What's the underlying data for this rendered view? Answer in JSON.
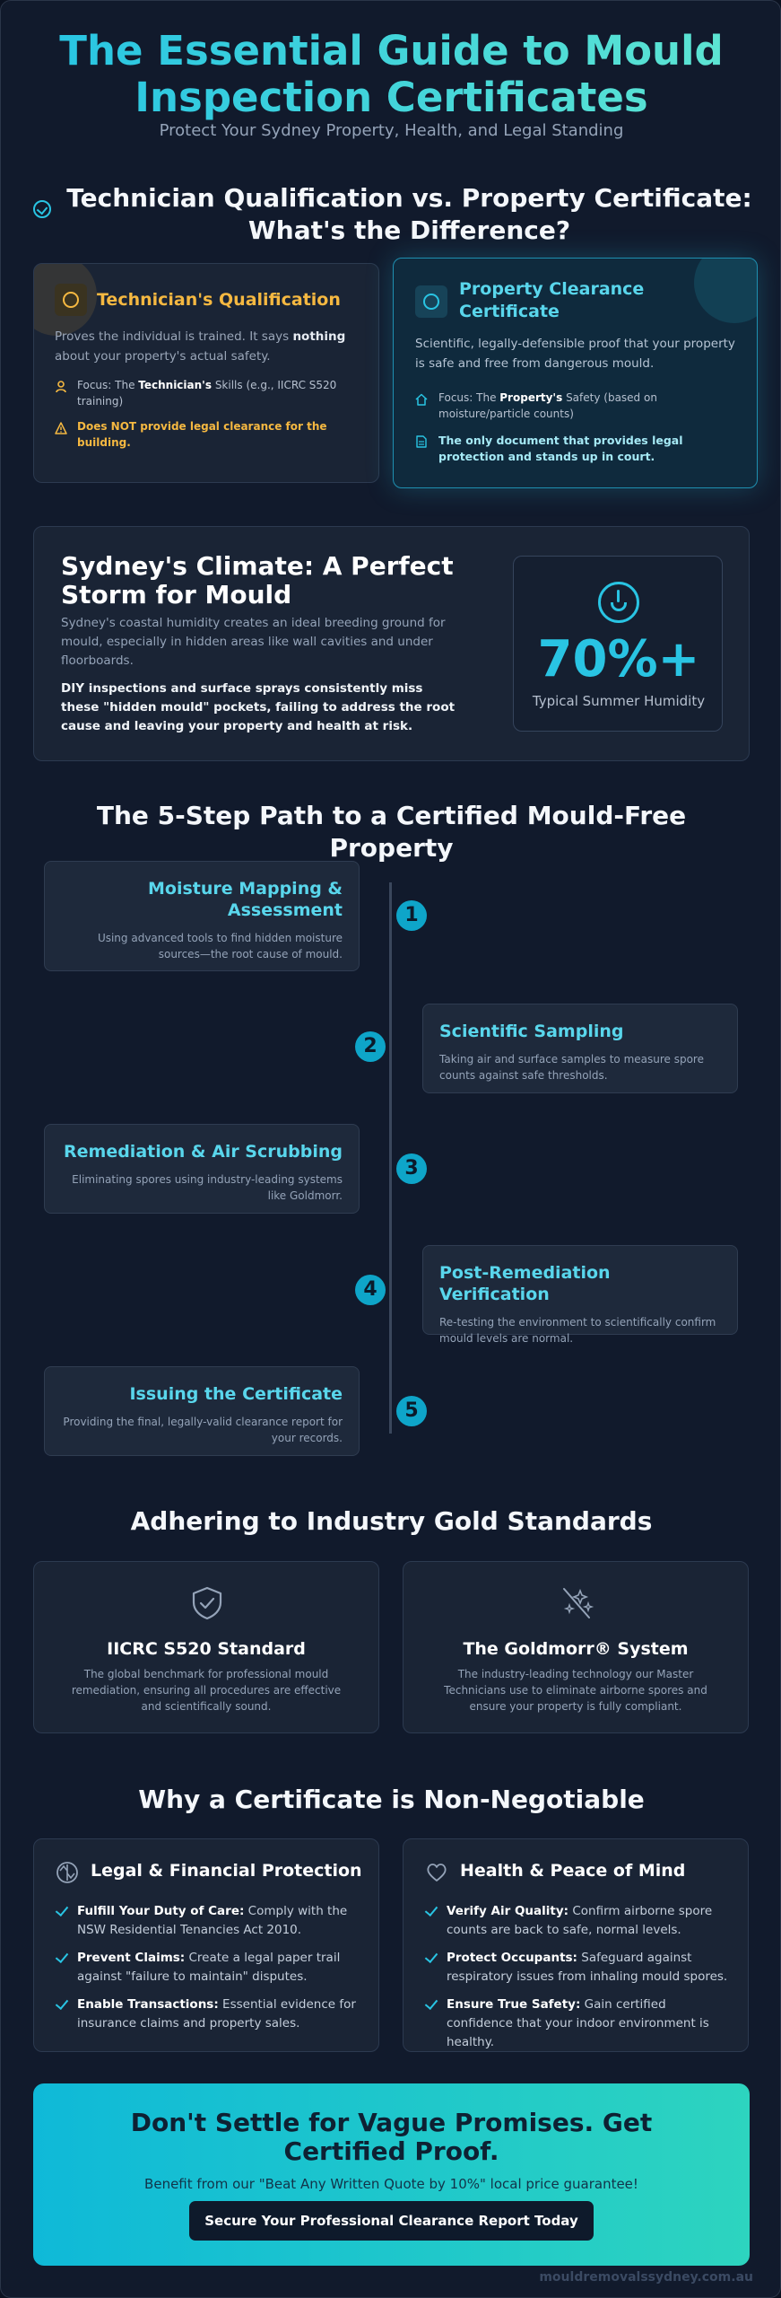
{
  "hero": {
    "title": "The Essential Guide to Mould Inspection Certificates",
    "subtitle": "Protect Your Sydney Property, Health, and Legal Standing"
  },
  "comparison": {
    "title": "Technician Qualification vs. Property Certificate: What's the Difference?",
    "technician": {
      "title": "Technician's Qualification",
      "desc_pre": "Proves the individual is trained. It says ",
      "desc_bold": "nothing",
      "desc_post": " about your property's actual safety.",
      "focus_pre": "Focus: The ",
      "focus_bold": "Technician's",
      "focus_post": " Skills (e.g., IICRC S520 training)",
      "warning": "Does NOT provide legal clearance for the building."
    },
    "property": {
      "title": "Property Clearance Certificate",
      "desc": "Scientific, legally-defensible proof that your property is safe and free from dangerous mould.",
      "focus_pre": "Focus: The ",
      "focus_bold": "Property's",
      "focus_post": " Safety (based on moisture/particle counts)",
      "highlight": "The only document that provides legal protection and stands up in court."
    }
  },
  "climate": {
    "title": "Sydney's Climate: A Perfect Storm for Mould",
    "desc": "Sydney's coastal humidity creates an ideal breeding ground for mould, especially in hidden areas like wall cavities and under floorboards.",
    "bold": "DIY inspections and surface sprays consistently miss these \"hidden mould\" pockets, failing to address the root cause and leaving your property and health at risk.",
    "stat_value": "70%+",
    "stat_label": "Typical Summer Humidity"
  },
  "steps": {
    "title": "The 5-Step Path to a Certified Mould-Free Property",
    "items": [
      {
        "num": "1",
        "title": "Moisture Mapping & Assessment",
        "desc": "Using advanced tools to find hidden moisture sources—the root cause of mould."
      },
      {
        "num": "2",
        "title": "Scientific Sampling",
        "desc": "Taking air and surface samples to measure spore counts against safe thresholds."
      },
      {
        "num": "3",
        "title": "Remediation & Air Scrubbing",
        "desc": "Eliminating spores using industry-leading systems like Goldmorr."
      },
      {
        "num": "4",
        "title": "Post-Remediation Verification",
        "desc": "Re-testing the environment to scientifically confirm mould levels are normal."
      },
      {
        "num": "5",
        "title": "Issuing the Certificate",
        "desc": "Providing the final, legally-valid clearance report for your records."
      }
    ]
  },
  "standards": {
    "title": "Adhering to Industry Gold Standards",
    "items": [
      {
        "title": "IICRC S520 Standard",
        "desc": "The global benchmark for professional mould remediation, ensuring all procedures are effective and scientifically sound."
      },
      {
        "title": "The Goldmorr® System",
        "desc": "The industry-leading technology our Master Technicians use to eliminate airborne spores and ensure your property is fully compliant."
      }
    ]
  },
  "why": {
    "title": "Why a Certificate is Non-Negotiable",
    "legal": {
      "title": "Legal & Financial Protection",
      "items": [
        {
          "bold": "Fulfill Your Duty of Care:",
          "text": " Comply with the NSW Residential Tenancies Act 2010."
        },
        {
          "bold": "Prevent Claims:",
          "text": " Create a legal paper trail against \"failure to maintain\" disputes."
        },
        {
          "bold": "Enable Transactions:",
          "text": " Essential evidence for insurance claims and property sales."
        }
      ]
    },
    "health": {
      "title": "Health & Peace of Mind",
      "items": [
        {
          "bold": "Verify Air Quality:",
          "text": " Confirm airborne spore counts are back to safe, normal levels."
        },
        {
          "bold": "Protect Occupants:",
          "text": " Safeguard against respiratory issues from inhaling mould spores."
        },
        {
          "bold": "Ensure True Safety:",
          "text": " Gain certified confidence that your indoor environment is healthy."
        }
      ]
    }
  },
  "cta": {
    "title": "Don't Settle for Vague Promises. Get Certified Proof.",
    "subtitle": "Benefit from our \"Beat Any Written Quote by 10%\" local price guarantee!",
    "button": "Secure Your Professional Clearance Report Today"
  },
  "footer": {
    "domain": "mouldremovalssydney.com.au"
  },
  "colors": {
    "accent": "#29c4e3",
    "warning": "#f5b841",
    "background": "#111a2c",
    "card": "#1e293b"
  },
  "icons": [
    "check-circle-icon",
    "target-icon",
    "user-icon",
    "warning-icon",
    "home-icon",
    "document-icon",
    "gauge-icon",
    "shield-check-icon",
    "sparkles-icon",
    "scale-icon",
    "heart-icon",
    "check-icon"
  ]
}
